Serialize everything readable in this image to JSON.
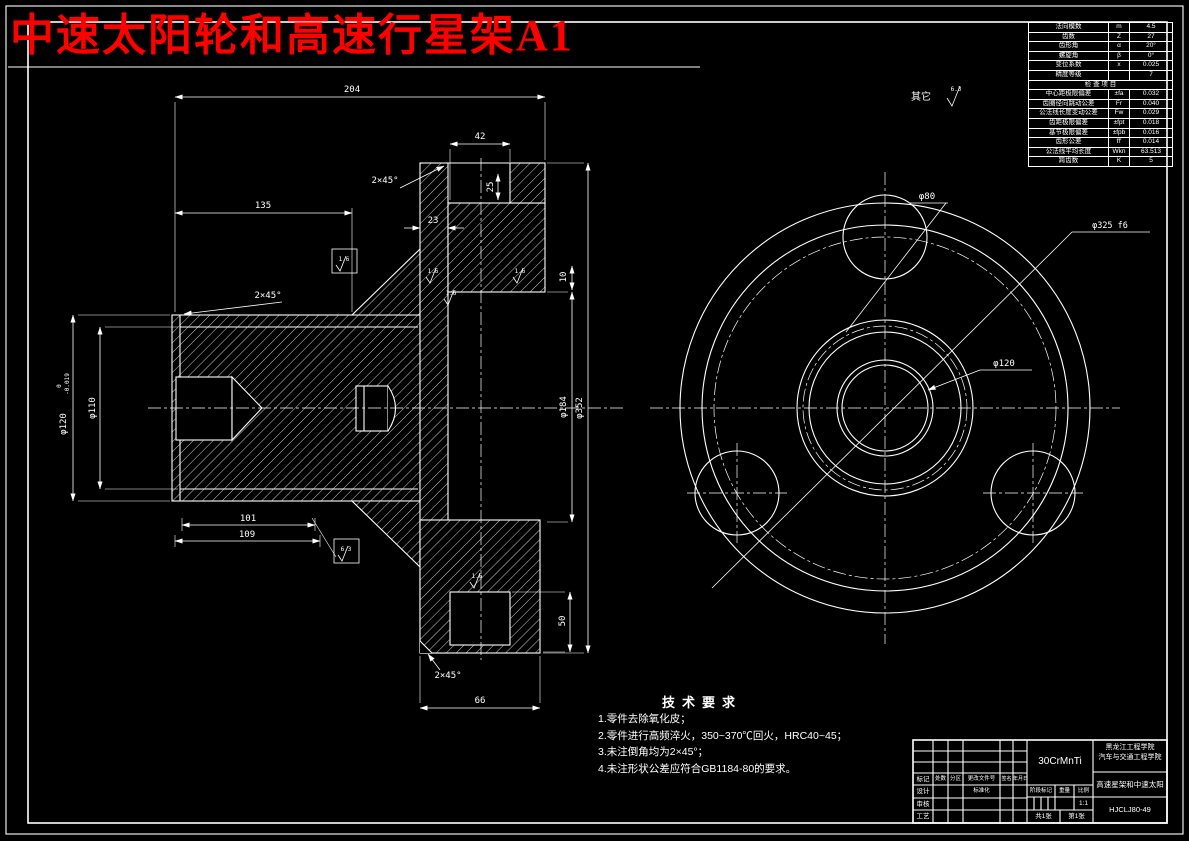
{
  "colors": {
    "background": "#000000",
    "line": "#ffffff",
    "title": "#ff0000"
  },
  "title": {
    "text": "中速太阳轮和高速行星架A1"
  },
  "surface_note": {
    "label": "其它",
    "roughness": "6.3"
  },
  "gear_table": {
    "param_rows": [
      {
        "name": "法向模数",
        "sym": "m",
        "val": "4.5"
      },
      {
        "name": "齿数",
        "sym": "Z",
        "val": "27"
      },
      {
        "name": "齿形角",
        "sym": "α",
        "val": "20°"
      },
      {
        "name": "螺旋角",
        "sym": "β",
        "val": "0°"
      },
      {
        "name": "变位系数",
        "sym": "x",
        "val": "0.025"
      },
      {
        "name": "精度等级",
        "sym": "",
        "val": "7"
      }
    ],
    "section_header": "检  查  项  目",
    "check_rows": [
      {
        "name": "中心距极限偏差",
        "sym": "±fa",
        "val": "0.032"
      },
      {
        "name": "齿圈径向跳动公差",
        "sym": "Fr",
        "val": "0.040"
      },
      {
        "name": "公法线长度变动公差",
        "sym": "Fw",
        "val": "0.029"
      },
      {
        "name": "齿距极限偏差",
        "sym": "±fpt",
        "val": "0.018"
      },
      {
        "name": "基节极限偏差",
        "sym": "±fpb",
        "val": "0.016"
      },
      {
        "name": "齿形公差",
        "sym": "ff′",
        "val": "0.014"
      },
      {
        "name": "公法线平均长度",
        "sym": "Wkn",
        "val": "63.513"
      },
      {
        "name": "跨齿数",
        "sym": "K",
        "val": "5"
      }
    ]
  },
  "tech_req": {
    "title": "技术要求",
    "items": [
      "1.零件去除氧化皮；",
      "2.零件进行高频淬火，350~370℃回火，HRC40~45；",
      "3.未注倒角均为2×45°；",
      "4.未注形状公差应符合GB1184-80的要求。"
    ]
  },
  "title_block": {
    "material": "30CrMnTi",
    "school_line1": "黑龙江工程学院",
    "school_line2": "汽车与交通工程学院",
    "part_name": "高速星架和中速太阳",
    "drawing_no": "HJCLJ80-49",
    "labels": {
      "mark": "标记",
      "count": "处数",
      "zone": "分区",
      "doc_no": "更改文件号",
      "sign": "签名",
      "date": "年月日",
      "design": "设计",
      "standard": "标准化",
      "audit": "审核",
      "process": "工艺",
      "stage": "阶段标记",
      "weight": "重量",
      "scale": "比例",
      "scale_val": "1:1",
      "sheets": "共1张",
      "sheet_no": "第1张"
    }
  },
  "dims": {
    "d204": "204",
    "d135": "135",
    "d42": "42",
    "d23": "23",
    "d25": "25",
    "d101": "101",
    "d109": "109",
    "d66": "66",
    "d50": "50",
    "d10": "10",
    "phi110": "φ110",
    "phi120": "φ120",
    "phi120_tol_up": "0",
    "phi120_tol_dn": "-0.019",
    "phi184": "φ184",
    "phi352": "φ352",
    "cham": "2×45°",
    "ra16": "1.6",
    "ra63": "6.3"
  },
  "side_view": {
    "hole": "φ80",
    "bore": "φ120",
    "fit": "φ325 f6"
  }
}
